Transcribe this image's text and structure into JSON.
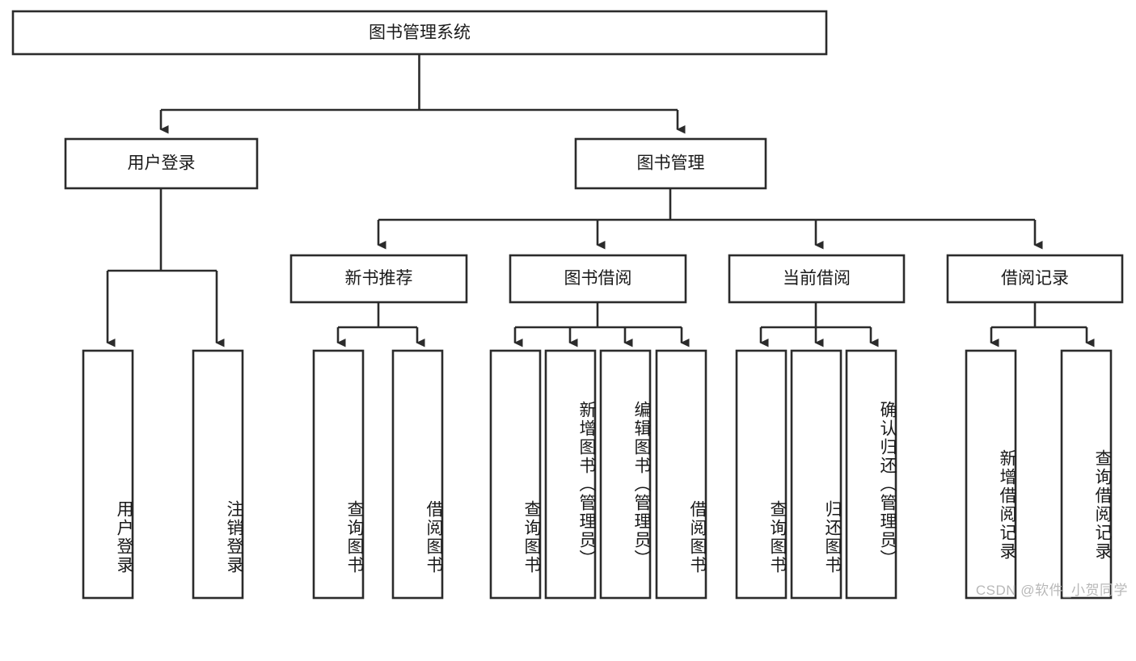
{
  "diagram": {
    "title": "图书管理系统",
    "type": "tree-hierarchy",
    "root": {
      "label": "图书管理系统",
      "orientation": "horizontal"
    },
    "level2": [
      {
        "label": "用户登录"
      },
      {
        "label": "图书管理"
      }
    ],
    "level3": [
      {
        "label": "新书推荐"
      },
      {
        "label": "图书借阅"
      },
      {
        "label": "当前借阅"
      },
      {
        "label": "借阅记录"
      }
    ],
    "leaves": {
      "user_login": [
        {
          "label": "用户登录"
        },
        {
          "label": "注销登录"
        }
      ],
      "new_book_recommend": [
        {
          "label": "查询图书"
        },
        {
          "label": "借阅图书"
        }
      ],
      "book_borrow": [
        {
          "label": "查询图书"
        },
        {
          "label": "新增图书（管理员）"
        },
        {
          "label": "编辑图书（管理员）"
        },
        {
          "label": "借阅图书"
        }
      ],
      "current_borrow": [
        {
          "label": "查询图书"
        },
        {
          "label": "归还图书"
        },
        {
          "label": "确认归还（管理员）"
        }
      ],
      "borrow_record": [
        {
          "label": "新增借阅记录"
        },
        {
          "label": "查询借阅记录"
        }
      ]
    },
    "colors": {
      "stroke": "#2b2b2b",
      "fill": "#ffffff",
      "text": "#1a1a1a",
      "background": "#ffffff",
      "watermark": "#b8b8b8"
    }
  },
  "watermark": {
    "text": "CSDN @软件_小贺同学"
  }
}
